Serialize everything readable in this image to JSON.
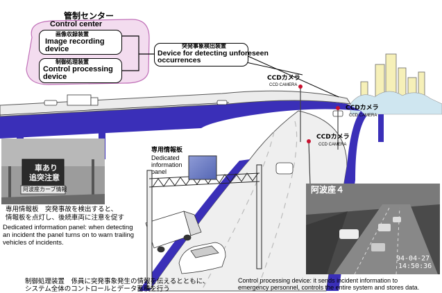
{
  "control_center": {
    "title_jp": "管制センター",
    "title_en": "Control center",
    "image_device_jp": "画像収録装置",
    "image_device_en_1": "Image recording",
    "image_device_en_2": "device",
    "processing_device_jp": "制御処理装置",
    "processing_device_en_1": "Control processing",
    "processing_device_en_2": "device"
  },
  "detector": {
    "title_jp": "突発事象検出装置",
    "title_en_1": "Device for detecting unforeseen",
    "title_en_2": "occurrences"
  },
  "cameras": [
    {
      "jp": "CCDカメラ",
      "en": "CCD CAMERA"
    },
    {
      "jp": "CCDカメラ",
      "en": "CCD CAMERA"
    },
    {
      "jp": "CCDカメラ",
      "en": "CCD CAMERA"
    }
  ],
  "panel": {
    "jp": "専用情報板",
    "en_1": "Dedicated",
    "en_2": "information",
    "en_3": "panel"
  },
  "sign_photo": {
    "line1": "車あり",
    "line2": "追突注意",
    "sub": "阿波座カーブ情報"
  },
  "camera_photo": {
    "label": "阿波座４",
    "date": "94-04-27",
    "time": "14:50:36"
  },
  "captions": {
    "panel_jp_1": "専用情報板　突発事故を検出すると、",
    "panel_jp_2": "情報板を点灯し、後続車両に注意を促す",
    "panel_en_1": "Dedicated information panel: when detecting",
    "panel_en_2": "an incident the panel turns on to warn trailing",
    "panel_en_3": "vehicles of incidents.",
    "processing_jp_1": "制御処理装置　係員に突発事象発生の情報を伝えるとともに、",
    "processing_jp_2": "システム全体のコントロールとデータ蓄積を行う",
    "processing_en_1": "Control processing device: it sends incident information to",
    "processing_en_2": "emergency personnel, controls the entire system and stores data."
  },
  "colors": {
    "road_side": "#3a2fb8",
    "road_top": "#ececec",
    "panel_screen": "#6f7fc4",
    "camera_red": "#c8102e"
  }
}
